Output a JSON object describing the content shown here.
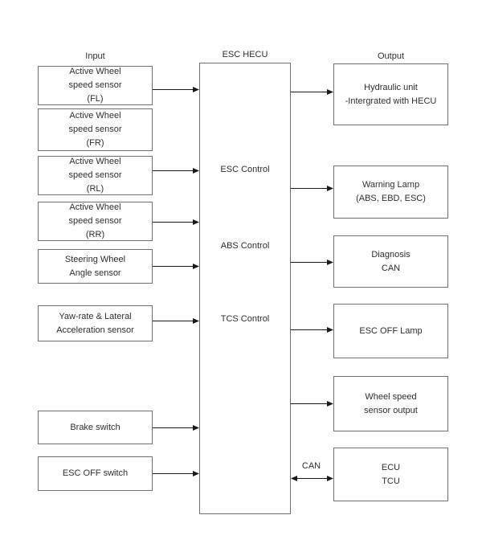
{
  "colors": {
    "background": "#ffffff",
    "box_border": "#707070",
    "text": "#2e2e2e",
    "arrow": "#1a1a1a"
  },
  "headers": {
    "input": "Input",
    "center": "ESC HECU",
    "output": "Output"
  },
  "hecu": {
    "labels": [
      "ESC Control",
      "ABS Control",
      "TCS Control"
    ]
  },
  "inputs": [
    {
      "label": "Active Wheel\nspeed sensor\n(FL)"
    },
    {
      "label": "Active Wheel\nspeed sensor\n(FR)"
    },
    {
      "label": "Active Wheel\nspeed sensor\n(RL)"
    },
    {
      "label": "Active Wheel\nspeed sensor\n(RR)"
    },
    {
      "label": "Steering Wheel\nAngle sensor"
    },
    {
      "label": "Yaw-rate & Lateral\nAcceleration sensor"
    },
    {
      "label": "Brake switch"
    },
    {
      "label": "ESC OFF switch"
    }
  ],
  "outputs": [
    {
      "label": "Hydraulic unit\n-Intergrated with HECU"
    },
    {
      "label": "Warning Lamp\n(ABS, EBD, ESC)"
    },
    {
      "label": "Diagnosis\nCAN"
    },
    {
      "label": "ESC OFF Lamp"
    },
    {
      "label": "Wheel speed\nsensor output"
    },
    {
      "label": "ECU\nTCU"
    }
  ],
  "bus_label": "CAN"
}
